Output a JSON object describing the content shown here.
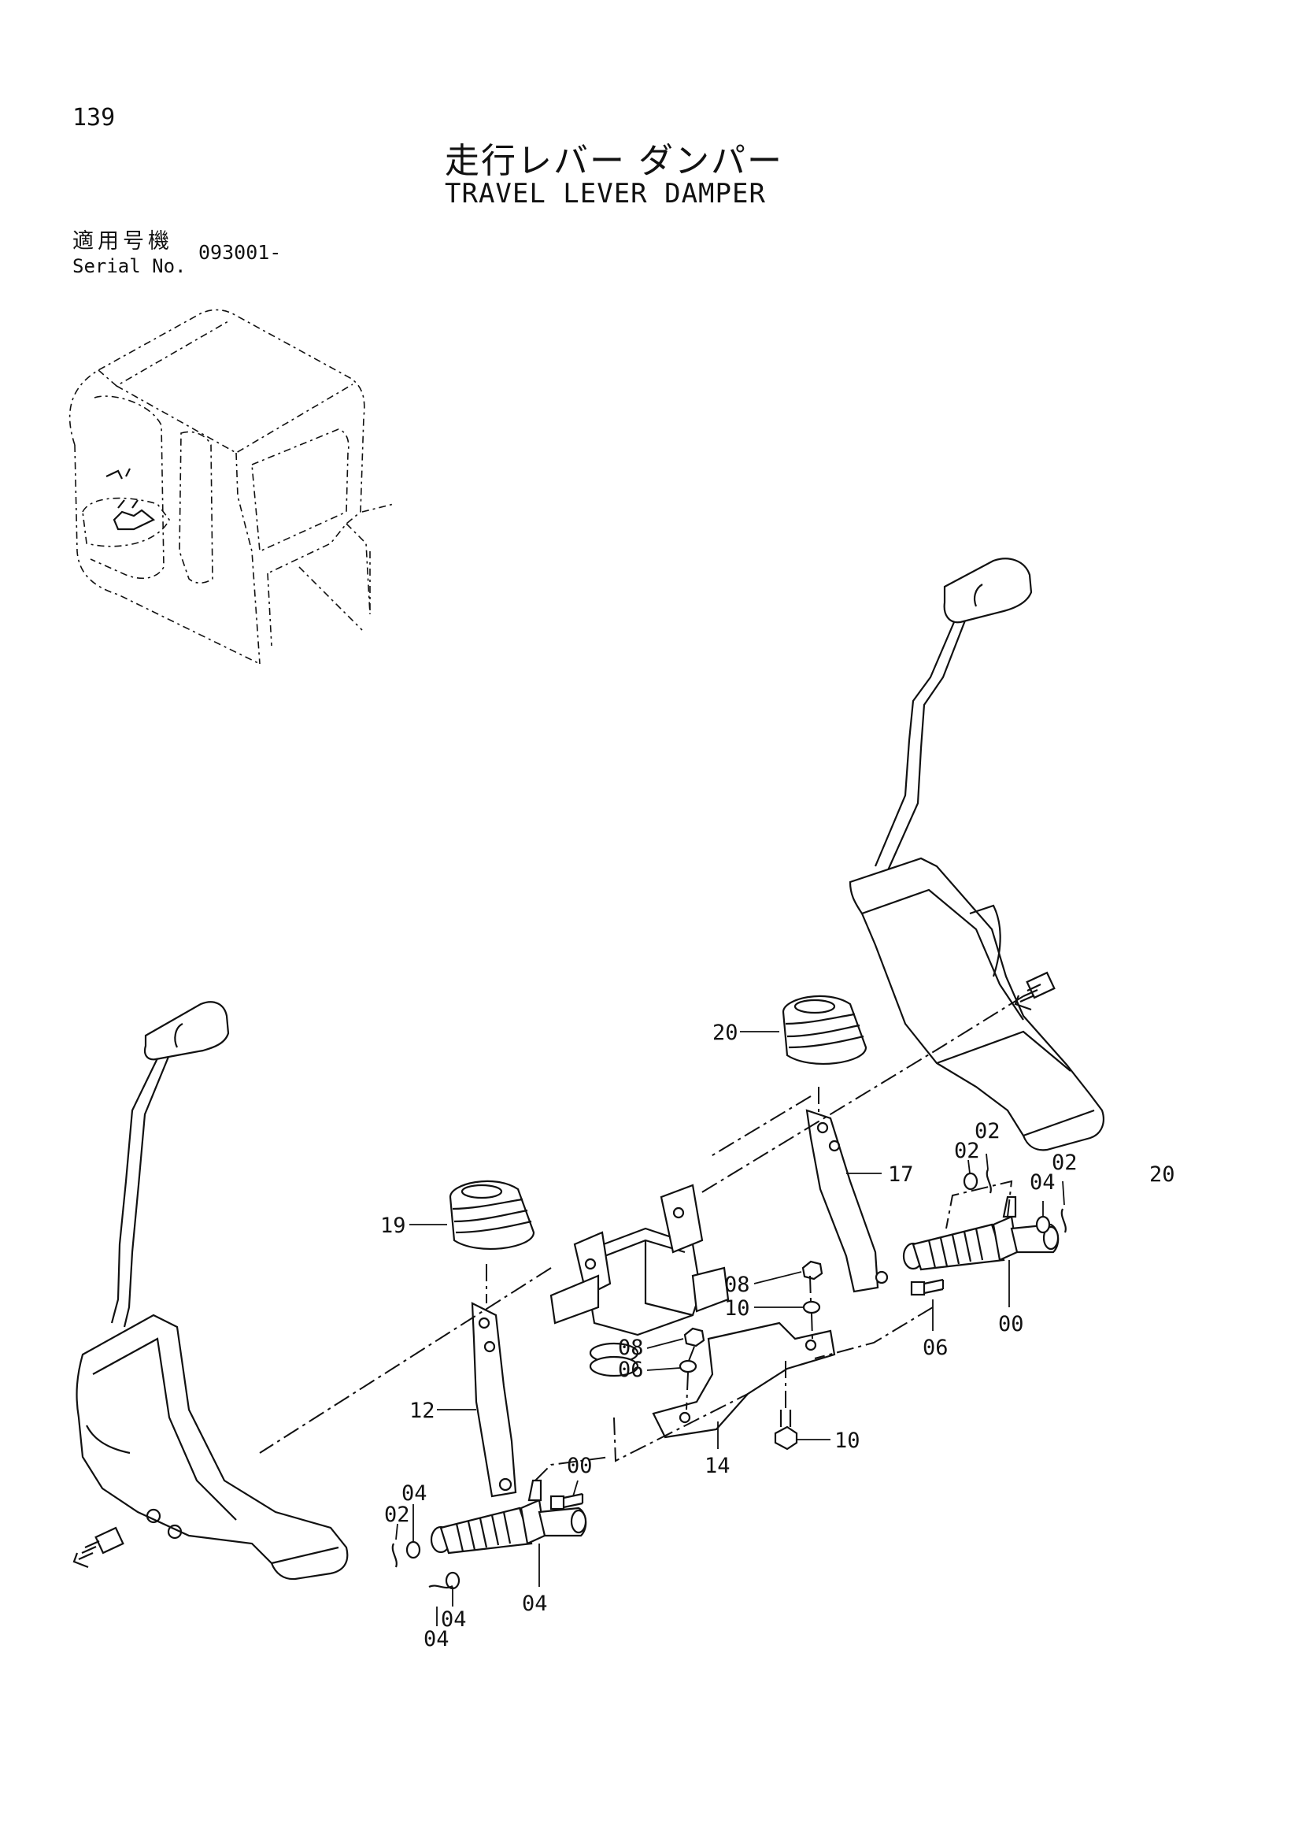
{
  "header": {
    "page_number": "139",
    "title_jp": "走行レバー ダンパー",
    "title_en": "TRAVEL LEVER DAMPER",
    "applicable_jp": "適用号機",
    "serial_label": "Serial No.",
    "serial_value": "093001-"
  },
  "callouts": [
    {
      "id": "lbl-20-right",
      "text": "20"
    },
    {
      "id": "lbl-20-left",
      "text": "20"
    },
    {
      "id": "lbl-19",
      "text": "19"
    },
    {
      "id": "lbl-17",
      "text": "17"
    },
    {
      "id": "lbl-12",
      "text": "12"
    },
    {
      "id": "lbl-14",
      "text": "14"
    },
    {
      "id": "lbl-10-upper",
      "text": "10"
    },
    {
      "id": "lbl-08-upper",
      "text": "08"
    },
    {
      "id": "lbl-10-lower",
      "text": "10"
    },
    {
      "id": "lbl-08-lower",
      "text": "08"
    },
    {
      "id": "lbl-06-right",
      "text": "06"
    },
    {
      "id": "lbl-06-left",
      "text": "06"
    },
    {
      "id": "lbl-00-right",
      "text": "00"
    },
    {
      "id": "lbl-00-left",
      "text": "00"
    },
    {
      "id": "lbl-04-r1",
      "text": "04"
    },
    {
      "id": "lbl-02-r1",
      "text": "02"
    },
    {
      "id": "lbl-02-r2",
      "text": "02"
    },
    {
      "id": "lbl-04-r2",
      "text": "04"
    },
    {
      "id": "lbl-02-l1",
      "text": "02"
    },
    {
      "id": "lbl-04-l1",
      "text": "04"
    },
    {
      "id": "lbl-02-l2",
      "text": "02"
    },
    {
      "id": "lbl-04-l2",
      "text": "04"
    }
  ]
}
